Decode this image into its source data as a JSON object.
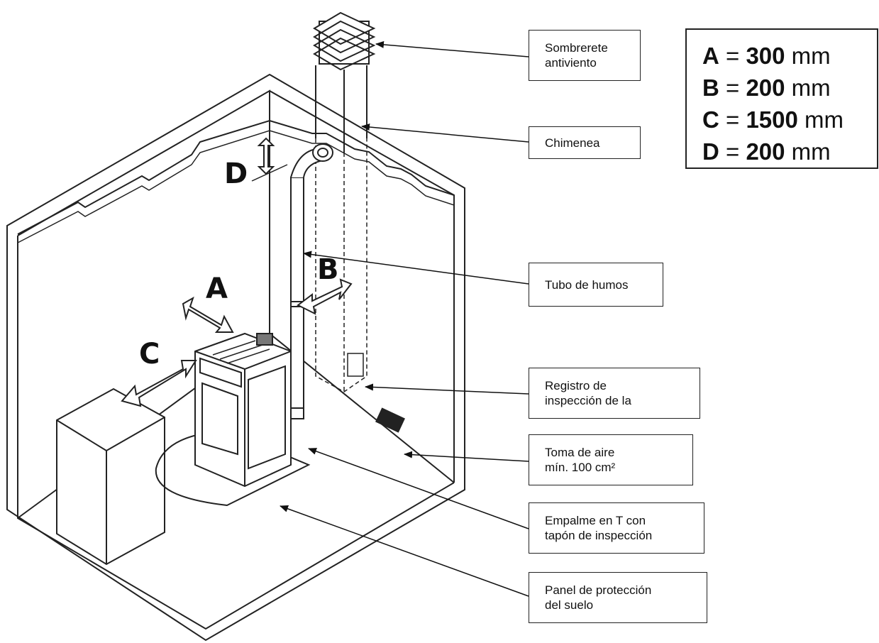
{
  "callouts": {
    "sombrerete": "Sombrerete\nantiviento",
    "chimenea": "Chimenea",
    "tubo": "Tubo de humos",
    "registro": "Registro de\ninspección de la",
    "toma": "Toma de aire\nmín. 100 cm²",
    "empalme": "Empalme en T con\ntapón de inspección",
    "panel": "Panel de protección\ndel suelo"
  },
  "dimension_letters": {
    "a": "A",
    "b": "B",
    "c": "C",
    "d": "D"
  },
  "legend": {
    "a": {
      "letter": "A",
      "eq": " = ",
      "value": "300",
      "unit": " mm"
    },
    "b": {
      "letter": "B",
      "eq": " = ",
      "value": "200",
      "unit": " mm"
    },
    "c": {
      "letter": "C",
      "eq": " = ",
      "value": "1500",
      "unit": " mm"
    },
    "d": {
      "letter": "D",
      "eq": " = ",
      "value": "200",
      "unit": " mm"
    }
  }
}
